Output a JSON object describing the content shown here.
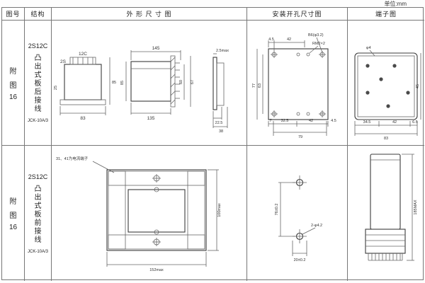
{
  "page": {
    "unit_label": "单位:mm"
  },
  "header": {
    "fig_no": "图号",
    "structure": "结构",
    "outline": "外 形 尺 寸 图",
    "mounting": "安装开孔尺寸图",
    "terminal": "端子图"
  },
  "rows": [
    {
      "fig": [
        "附",
        "图",
        "16"
      ],
      "model": "2S12C",
      "structure_text": "凸出式板后接线",
      "code": "JCK-10A/3",
      "outline": {
        "front_top": "12C",
        "front_left": "2S",
        "front_left2": "25",
        "front_width": "83",
        "front_height": "85",
        "side_top": "145",
        "side_bottom": "135",
        "side_left": "85",
        "side_right_inner": "60",
        "side_right_outer": "67",
        "panel_top": "2.5max",
        "panel_b1": "22.5",
        "panel_b2": "38"
      },
      "mounting": {
        "top1": "4.5",
        "top2": "42",
        "hole_label": "B6(φ3.2)",
        "slot_label": "RM2×2",
        "left_outer": "77",
        "left_inner": "63",
        "bottom1": "7",
        "bottom2": "32.5",
        "bottom3": "42",
        "bottom4": "4.5",
        "bottom_total": "79"
      },
      "terminal": {
        "top": "φ4",
        "b1": "34.5",
        "b2": "42",
        "b3": "6.5",
        "total": "83",
        "right": "45"
      }
    },
    {
      "fig": [
        "附",
        "图",
        "16"
      ],
      "model": "2S12C",
      "structure_text": "凸出式板前接线",
      "code": "JCK-10A/3",
      "outline": {
        "note": "31、41为电流端子",
        "height": "100max",
        "width": "152max"
      },
      "mounting": {
        "vertical": "76±0.2",
        "holes": "2-φ4.2",
        "horizontal": "20±0.2"
      },
      "terminal": {
        "height": "185MAX"
      }
    }
  ]
}
